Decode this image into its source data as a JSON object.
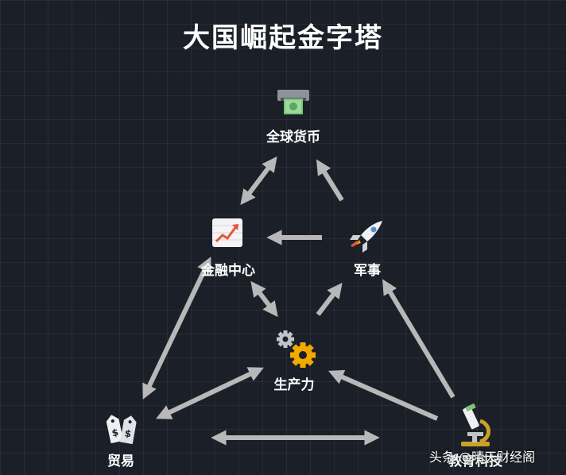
{
  "title": "大国崛起金字塔",
  "nodes": {
    "global_currency": "全球货币",
    "financial_center": "金融中心",
    "military": "军事",
    "production": "生产力",
    "trade": "贸易",
    "education_tech": "教育科技"
  },
  "watermark": "头条 @晴天财经阁",
  "colors": {
    "background": "#1b1f27",
    "arrow": "#b8b8b8",
    "text": "#ffffff",
    "gear": "#f2a900"
  }
}
